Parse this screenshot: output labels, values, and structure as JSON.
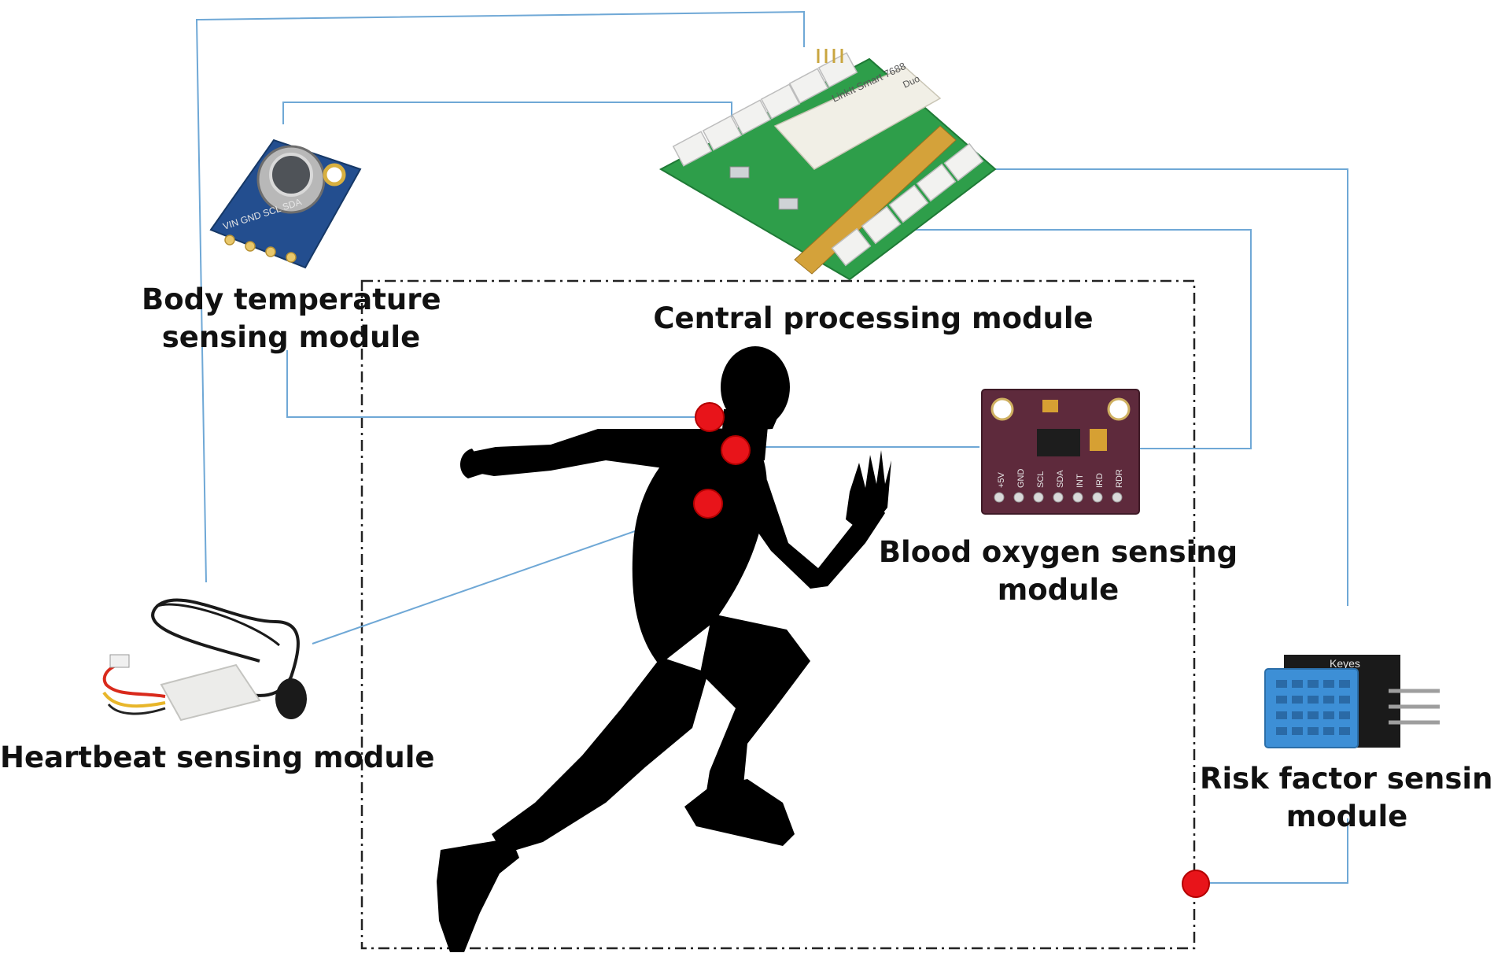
{
  "modules": {
    "central": {
      "label": "Central processing module"
    },
    "body_temperature": {
      "line1": "Body temperature",
      "line2": "sensing module",
      "pin_labels": "VIN GND SCL SDA"
    },
    "blood_oxygen": {
      "line1": "Blood oxygen sensing",
      "line2": "module",
      "pin_labels": [
        "+5V",
        "GND",
        "SCL",
        "SDA",
        "INT",
        "IRD",
        "RDR"
      ]
    },
    "heartbeat": {
      "label": "Heartbeat sensing module"
    },
    "risk_factor": {
      "line1": "Risk factor sensing",
      "line2": "module",
      "brand": "Keyes"
    }
  },
  "board_print": {
    "name": "LinkIt Smart 7688",
    "sub": "Duo"
  },
  "colors": {
    "connector_line": "#6fa8d6",
    "sensor_point": "#e8141a",
    "silhouette": "#000000",
    "frame": "#222222"
  }
}
